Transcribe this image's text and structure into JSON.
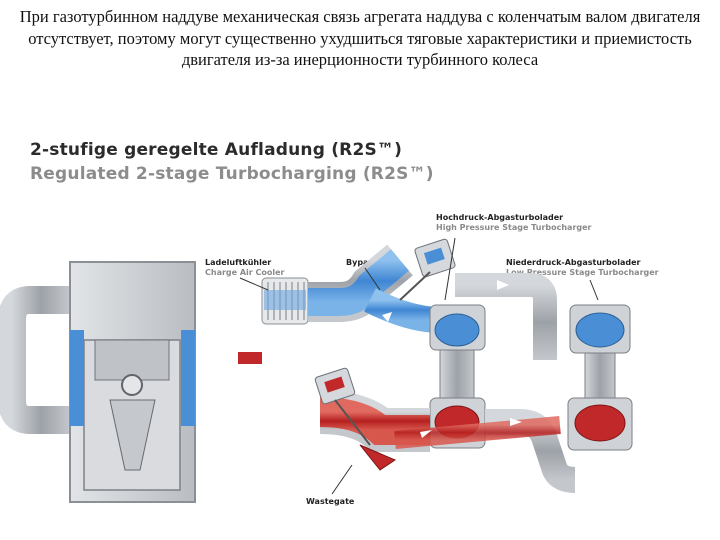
{
  "caption": "При газотурбинном наддуве механическая связь агрегата наддува с коленчатым валом двигателя отсутствует, поэтому могут существенно ухудшиться тяговые характеристики и приемистость двигателя из-за инерционности турбинного колеса",
  "title_de": "2-stufige geregelte Aufladung (R2S™)",
  "title_en": "Regulated 2-stage Turbocharging (R2S™)",
  "labels": {
    "hp_de": "Hochdruck-Abgasturbolader",
    "hp_en": "High Pressure Stage Turbocharger",
    "lp_de": "Niederdruck-Abgasturbolader",
    "lp_en": "Low Pressure Stage Turbocharger",
    "cooler_de": "Ladeluftkühler",
    "cooler_en": "Charge Air Cooler",
    "bypass": "Bypass",
    "wastegate": "Wastegate"
  },
  "colors": {
    "intake_air": "#4a8fd6",
    "exhaust": "#c0282a",
    "pipe": "#a9adb3",
    "engine": "#cfd2d6"
  }
}
